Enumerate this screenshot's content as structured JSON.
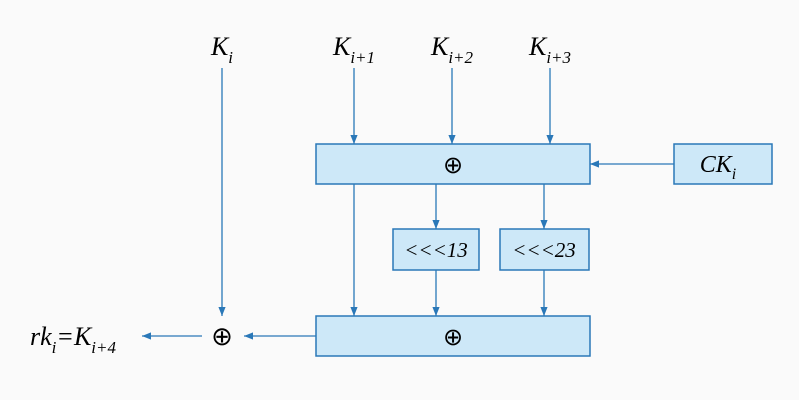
{
  "inputs": {
    "k0": {
      "base": "K",
      "sub": "i"
    },
    "k1": {
      "base": "K",
      "sub": "i+1"
    },
    "k2": {
      "base": "K",
      "sub": "i+2"
    },
    "k3": {
      "base": "K",
      "sub": "i+3"
    }
  },
  "ck": {
    "base": "CK",
    "sub": "i"
  },
  "xor_symbol": "⊕",
  "rotations": {
    "r13": "<<<13",
    "r23": "<<<23"
  },
  "output": {
    "lhs_base": "rk",
    "lhs_sub": "i",
    "eq": "=",
    "rhs_base": "K",
    "rhs_sub": "i+4"
  },
  "colors": {
    "wire": "#2a78b8",
    "box_fill": "#cde8f8",
    "background": "#fafafa"
  }
}
